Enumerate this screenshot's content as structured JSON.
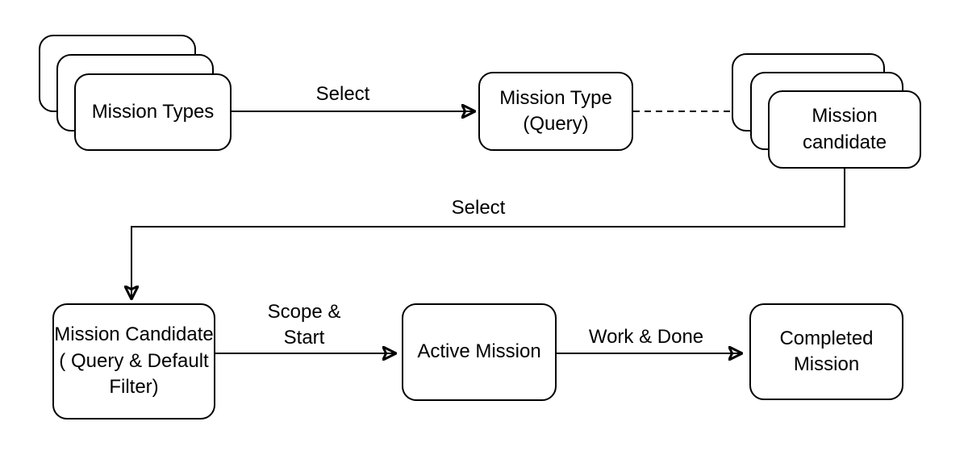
{
  "diagram": {
    "background_color": "#ffffff",
    "line_color": "#000000",
    "nodes": {
      "mission_types": {
        "lines": [
          "Mission Types"
        ]
      },
      "mission_type_query": {
        "lines": [
          "Mission Type",
          "(Query)"
        ]
      },
      "mission_candidate": {
        "lines": [
          "Mission",
          "candidate"
        ]
      },
      "mission_candidate_query_filter": {
        "lines": [
          "Mission Candidate",
          "( Query & Default",
          "Filter)"
        ]
      },
      "active_mission": {
        "lines": [
          "Active Mission"
        ]
      },
      "completed_mission": {
        "lines": [
          "Completed",
          "Mission"
        ]
      }
    },
    "edge_labels": {
      "select_type": "Select",
      "select_candidate": "Select",
      "scope_start": {
        "lines": [
          "Scope &",
          "Start"
        ]
      },
      "work_done": "Work & Done"
    }
  }
}
